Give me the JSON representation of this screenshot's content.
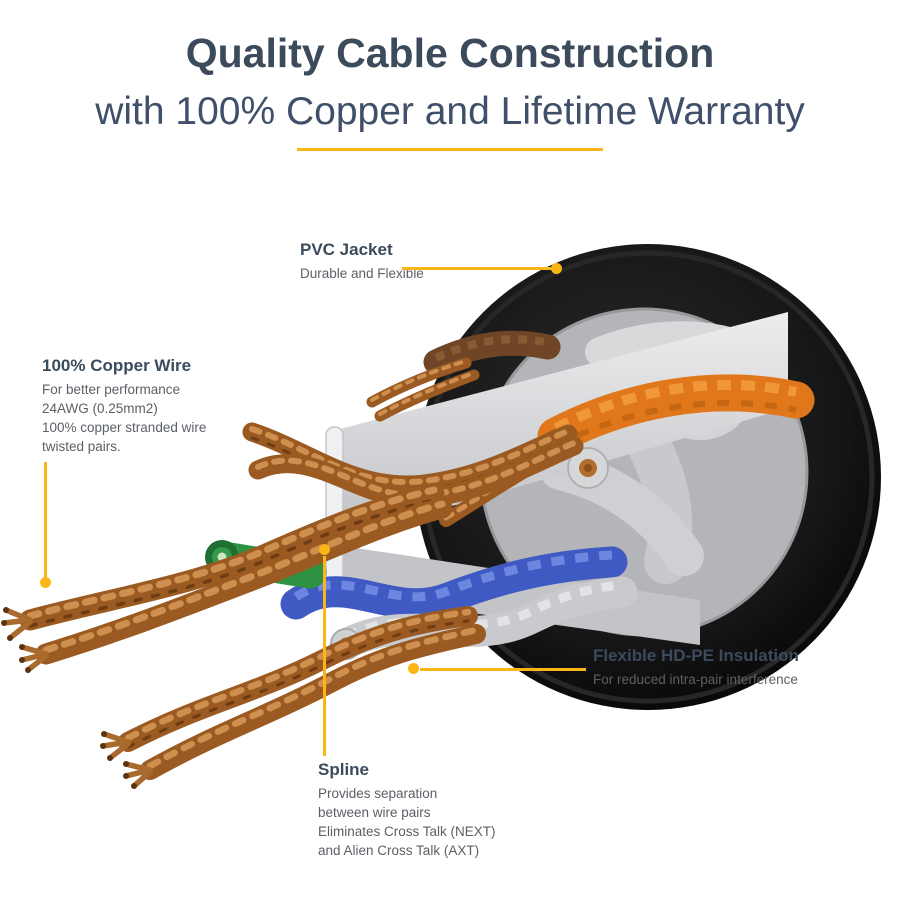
{
  "title": {
    "line1": "Quality Cable Construction",
    "line2": "with 100% Copper and Lifetime Warranty"
  },
  "colors": {
    "accent_yellow": "#f9b616",
    "heading_navy": "#3c4b5c",
    "body_gray": "#5b6066",
    "jacket_black": "#121212",
    "copper": "#9a5a22",
    "insulation_gray": "#d3d4d6",
    "wire_orange": "#e0771a",
    "wire_blue": "#3f5ac2",
    "wire_green": "#2f9243",
    "wire_brown": "#6f4526"
  },
  "callouts": {
    "pvc_jacket": {
      "heading": "PVC Jacket",
      "body": [
        "Durable and Flexible"
      ]
    },
    "copper_wire": {
      "heading": "100% Copper Wire",
      "body": [
        "For better performance",
        "24AWG (0.25mm2)",
        "100% copper stranded wire",
        "twisted pairs."
      ]
    },
    "hdpe_insulation": {
      "heading": "Flexible HD-PE Insulation",
      "body": [
        "For reduced intra-pair interference"
      ]
    },
    "spline": {
      "heading": "Spline",
      "body": [
        "Provides separation",
        "between wire pairs",
        "Eliminates Cross Talk (NEXT)",
        "and Alien Cross Talk (AXT)"
      ]
    }
  }
}
